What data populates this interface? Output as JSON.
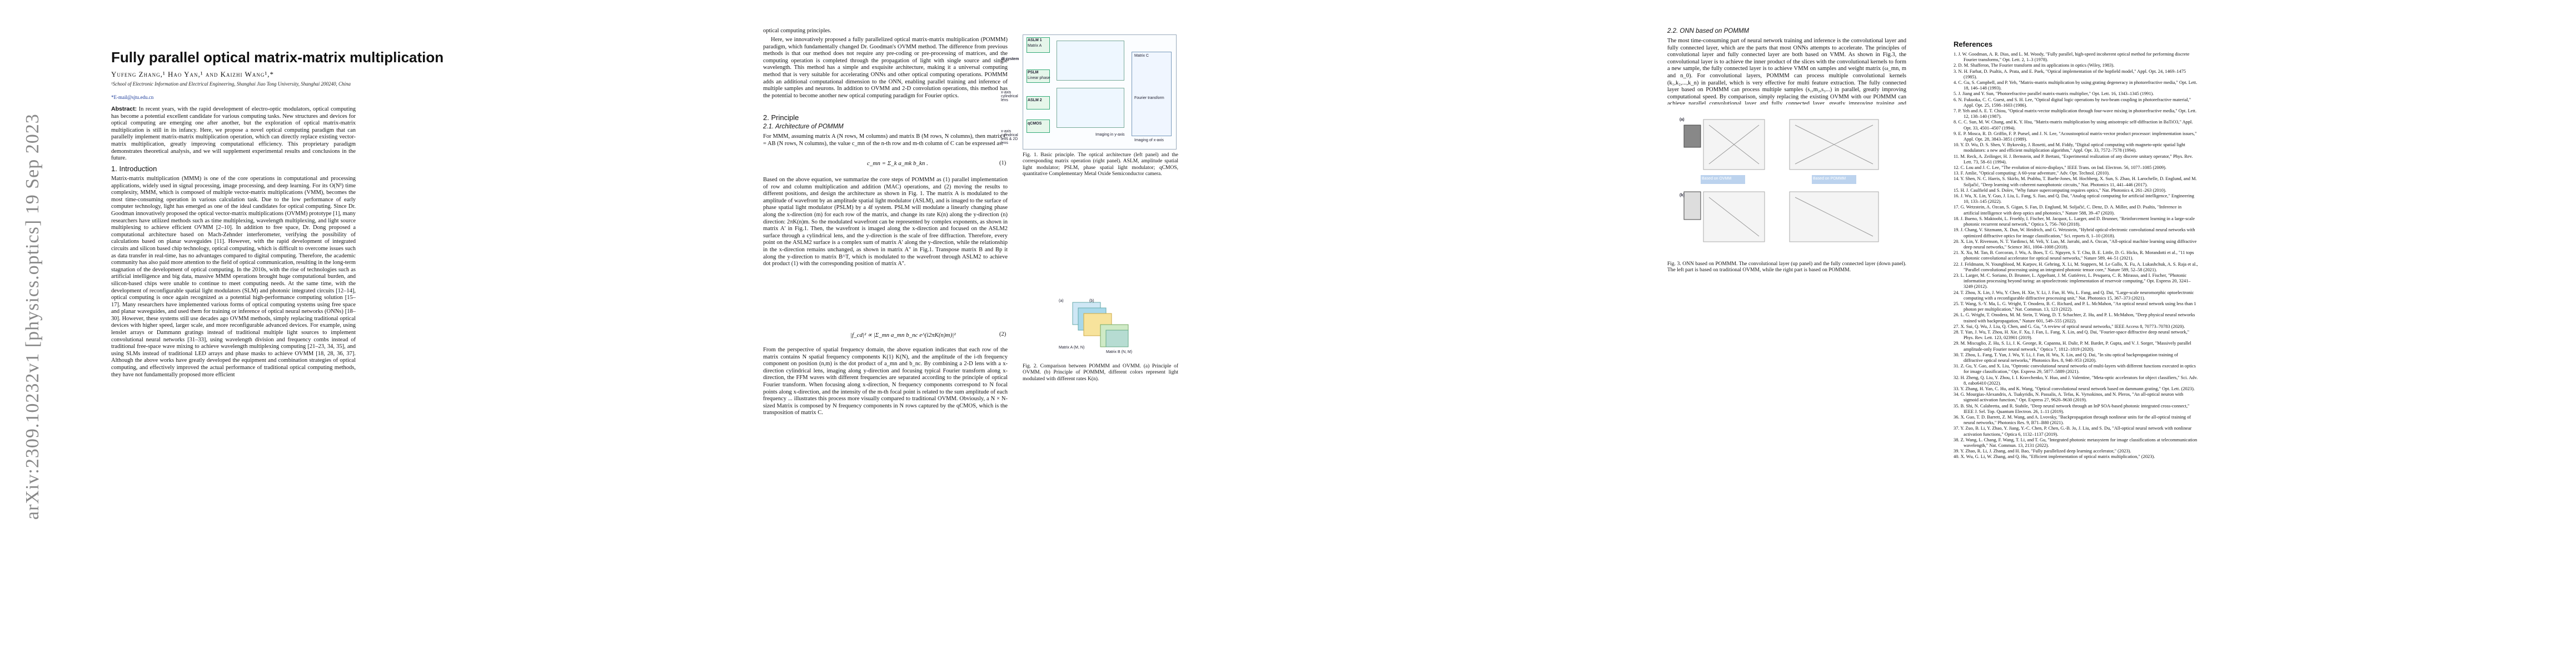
{
  "arxiv_stamp": "arXiv:2309.10232v1  [physics.optics]  19 Sep 2023",
  "paper": {
    "title": "Fully parallel optical matrix-matrix multiplication",
    "authors": "Yufeng Zhang,¹ Hao Yan,¹ and Kaizhi Wang¹,*",
    "affiliation": "¹School of Electronic Information and Electrical Engineering, Shanghai Jiao Tong University, Shanghai 200240, China",
    "email": "*E-mail@sjtu.edu.cn",
    "abstract_label": "Abstract:",
    "abstract": "In recent years, with the rapid development of electro-optic modulators, optical computing has become a potential excellent candidate for various computing tasks. New structures and devices for optical computing are emerging one after another, but the exploration of optical matrix-matrix multiplication is still in its infancy. Here, we propose a novel optical computing paradigm that can parallelly implement matrix-matrix multiplication operation, which can directly replace existing vector-matrix multiplication, greatly improving computational efficiency. This proprietary paradigm demonstrates theoretical analysis, and we will supplement experimental results and conclusions in the future."
  },
  "sections": {
    "intro_heading": "1.   Introduction",
    "intro_text": "Matrix-matrix multiplication (MMM) is one of the core operations in computational and processing applications, widely used in signal processing, image processing, and deep learning. For its O(N³) time complexity, MMM, which is composed of multiple vector-matrix multiplications (VMM), becomes the most time-consuming operation in various calculation task. Due to the low performance of early computer technology, light has emerged as one of the ideal candidates for optical computing. Since Dr. Goodman innovatively proposed the optical vector-matrix multiplications (OVMM) prototype [1], many researchers have utilized methods such as time multiplexing, wavelength multiplexing, and light source multiplexing to achieve efficient OVMM [2–10]. In addition to free space, Dr. Dong proposed a computational architecture based on Mach-Zehnder interferometer, verifying the possibility of calculations based on planar waveguides [11]. However, with the rapid development of integrated circuits and silicon based chip technology, optical computing, which is difficult to overcome issues such as data transfer in real-time, has no advantages compared to digital computing. Therefore, the academic community has also paid more attention to the field of optical communication, resulting in the long-term stagnation of the development of optical computing. In the 2010s, with the rise of technologies such as artificial intelligence and big data, massive MMM operations brought huge computational burden, and silicon-based chips were unable to continue to meet computing needs. At the same time, with the development of reconfigurable spatial light modulators (SLM) and photonic integrated circuits [12–14], optical computing is once again recognized as a potential high-performance computing solution [15–17]. Many researchers have implemented various forms of optical computing systems using free space and planar waveguides, and used them for training or inference of optical neural networks (ONNs) [18–30]. However, these systems still use decades ago OVMM methods, simply replacing traditional optical devices with higher speed, larger scale, and more reconfigurable advanced devices. For example, using lenslet arrays or Dammann gratings instead of traditional multiple light sources to implement convolutional neural networks [31–33], using wavelength division and frequency combs instead of traditional free-space wave mixing to achieve wavelength multiplexing computing [21–23, 34, 35], and using SLMs instead of traditional LED arrays and phase masks to achieve OVMM [18, 28, 36, 37]. Although the above works have greatly developed the equipment and combination strategies of optical computing, and effectively improved the actual performance of traditional optical computing methods, they have not fundamentally proposed more efficient",
    "p2_col1_top": "optical computing principles.",
    "p2_col1_b": "Here, we innovatively proposed a fully parallelized optical matrix-matrix multiplication (POMMM) paradigm, which fundamentally changed Dr. Goodman's OVMM method. The difference from previous methods is that our method does not require any pre-coding or pre-processing of matrices, and the computing operation is completed through the propagation of light with single source and single wavelength. This method has a simple and exquisite architecture, making it a universal computing method that is very suitable for accelerating ONNs and other optical computing operations. POMMM adds an additional computational dimension to the ONN, enabling parallel training and inference of multiple samples and neurons. In addition to OVMM and 2-D convolution operations, this method has the potential to become another new optical computing paradigm for Fourier optics.",
    "principle_heading": "2.   Principle",
    "arch_heading": "2.1.   Architecture of POMMM",
    "arch_text": "For MMM, assuming matrix A (N rows, M columns) and matrix B (M rows, N columns), then matrix C = AB (N rows, N columns), the value c_mn of the n-th row and m-th column of C can be expressed as:",
    "eq1": "c_mn = Σ_k a_mk b_kn .",
    "eq1_num": "(1)",
    "arch_text2": "Based on the above equation, we summarize the core steps of POMMM as (1) parallel implementation of row and column multiplication and addition (MAC) operations, and (2) moving the results to different positions, and design the architecture as shown in Fig. 1. The matrix A is modulated to the amplitude of wavefront by an amplitude spatial light modulator (ASLM), and is imaged to the surface of phase spatial light modulator (PSLM) by a 4f system. PSLM will modulate a linearly changing phase along the x-direction (m) for each row of the matrix, and change its rate K(n) along the y-direction (n) direction: 2πK(n)m. So the modulated wavefront can be represented by complex exponents, as shown in matrix A' in Fig.1. Then, the wavefront is imaged along the x-direction and focused on the ASLM2 surface through a cylindrical lens, and the y-direction is the scale of free diffraction. Therefore, every point on the ASLM2 surface is a complex sum of matrix A' along the y-direction, while the relationship in the x-direction remains unchanged, as shown in matrix A'' in Fig.1. Transpose matrix B and Bp it along the y-direction to matrix B^T, which is modulated to the wavefront through ASLM2 to achieve dot product (1) with the corresponding position of matrix A''.",
    "eq2": "|f_cd|² ∝ |Σ_mn a_mn b_nc e^(i2πK(n)m)|²",
    "eq2_num": "(2)",
    "arch_text3": "From the perspective of spatial frequency domain, the above equation indicates that each row of the matrix contains N spatial frequency components K(1) K(N), and the amplitude of the i-th frequency component on position (n,m) is the dot product of a_mn and b_nc. By combining a 2-D lens with a x-direction cylindrical lens, imaging along y-direction and focusing typical Fourier transform along x-direction, the FFM waves with different frequencies are separated according to the principle of optical Fourier transform. When focusing along x-direction, N frequency components correspond to N focal points along x-direction, and the intensity of the m-th focal point is related to the sum amplitude of each frequency ... illustrates this process more visually compared to traditional OVMM. Obviously, a N × N-sized Matrix is composed by N frequency components in N rows captured by the qCMOS, which is the transposition of matrix C.",
    "p3_onn_heading": "2.2.   ONN based on POMMM",
    "p3_onn_text": "The most time-consuming part of neural network training and inference is the convolutional layer and fully connected layer, which are the parts that most ONNs attempts to accelerate. The principles of convolutional layer and fully connected layer are both based on VMM. As shown in Fig.3, the convolutional layer is to achieve the inner product of the slices with the convolutional kernels to form a new sample, the fully connected layer is to achieve VMM on samples and weight matrix (ω_mn, m and n_0). For convolutional layers, POMMM can process multiple convolutional kernels (k₁,k₂,...,k_n) in parallel, which is very effective for multi feature extraction. The fully connected layer based on POMMM can process multiple samples (s₁,m₂,s₃...) in parallel, greatly improving computational speed. By comparison, simply replacing the existing OVMM with our POMMM can achieve parallel convolutional layer and fully connected layer, greatly improving training and inference of ONNs."
  },
  "figures": {
    "fig1_caption": "Fig. 1. Basic principle. The optical architecture (left panel) and the corresponding matrix operation (right panel). ASLM, amplitude spatial light modulator; PSLM, phase spatial light modulator; qCMOS, quantitative Complementary Metal Oxide Semiconductor camera.",
    "fig2_caption": "Fig. 2. Comparison between POMMM and OVMM. (a) Principle of OVMM. (b) Principle of POMMM, different colors represent light modulated with different rates K(n).",
    "fig3_caption": "Fig. 3. ONN based on POMMM. The convolutional layer (up panel) and the fully connected layer (down panel). The left part is based on traditional OVMM, while the right part is based on POMMM.",
    "fig1_labels": [
      "ASLM 1",
      "Matrix A",
      "4f system",
      "PSLM",
      "Linear phase",
      "x-axis cylindrical lens",
      "ASLM 2",
      "qCMOS",
      "x-axis cylindrical lens & 2D lens",
      "Matrix C",
      "Fourier transform",
      "Imaging in y-axis",
      "Imaging of x-axis"
    ],
    "fig2_labels": [
      "Matrix A (M, N)",
      "Matrix B (N, M)",
      "(a)",
      "(b)"
    ],
    "fig3_labels": [
      "Based on OVMM",
      "Based on POMMM",
      "(a)",
      "(b)"
    ]
  },
  "references": {
    "heading": "References",
    "items": [
      "1. J. W. Goodman, A. R. Dias, and L. M. Woody, \"Fully parallel, high-speed incoherent optical method for performing discrete Fourier transforms,\" Opt. Lett. 2, 1–3 (1978).",
      "2. D. M. Shafferon, The Fourier transform and its applications in optics (Wiley, 1983).",
      "3. N. H. Farhat, D. Psaltis, A. Prata, and E. Paek, \"Optical implementation of the hopfield model,\" Appl. Opt. 24, 1469–1475 (1985).",
      "4. C. Gu, S. Campbell, and P. Yeh, \"Matrix-matrix multiplication by using grating degeneracy in photorefractive media,\" Opt. Lett. 18, 146–148 (1993).",
      "5. J. Jiang and Y. Sun, \"Photorefractive parallel matrix-matrix multiplier,\" Opt. Lett. 16, 1343–1345 (1991).",
      "6. N. Fukuoka, C. C. Guest, and S. H. Lee, \"Optical digital logic operations by two-beam coupling in photorefractive material,\" Appl. Opt. 25, 1598–1603 (1986).",
      "7. P. Yeh and A. E. T. Chiou, \"Optical matrix-vector multiplication through four-wave mixing in photorefractive media,\" Opt. Lett. 12, 138–140 (1987).",
      "8. C. C. Sun, M. W. Chang, and K. Y. Hsu, \"Matrix-matrix multiplication by using anisotropic self-diffraction in BaTiO3,\" Appl. Opt. 33, 4501–4507 (1994).",
      "9. E. P. Mosca, R. D. Griffin, F. P. Pursel, and J. N. Lee, \"Acoustooptical matrix-vector product processor: implementation issues,\" Appl. Opt. 28, 3843–3851 (1989).",
      "10. Y. D. Wu, D. S. Shen, V. Bykovsky, J. Rosetti, and M. Fiddy, \"Digital optical computing with magneto-optic spatial light modulators: a new and efficient multiplication algorithm,\" Appl. Opt. 33, 7572–7578 (1994).",
      "11. M. Reck, A. Zeilinger, H. J. Bernstein, and P. Bertani, \"Experimental realization of any discrete unitary operator,\" Phys. Rev. Lett. 73, 58–61 (1994).",
      "12. C. Lou and J. C. Lee, \"The evolution of micro-displays,\" IEEE Trans. on Ind. Electron. 56, 1077–1085 (2009).",
      "13. F. Amlie, \"Optical computing: A 60-year adventure,\" Adv. Opt. Technol. (2010).",
      "14. Y. Shen, N. C. Harris, S. Skirlo, M. Prabhu, T. Baehr-Jones, M. Hochberg, X. Sun, S. Zhao, H. Larochelle, D. Englund, and M. Soljačić, \"Deep learning with coherent nanophotonic circuits,\" Nat. Photonics 11, 441–446 (2017).",
      "15. H. J. Caulfield and S. Dolev, \"Why future supercomputing requires optics,\" Nat. Photonics 4, 261–263 (2010).",
      "16. J. Wu, X. Lin, Y. Guo, J. Liu, L. Fang, S. Jiao, and Q. Dai, \"Analog optical computing for artificial intelligence,\" Engineering 10, 133–145 (2022).",
      "17. G. Wetzstein, A. Ozcan, S. Gigan, S. Fan, D. Englund, M. Soljačić, C. Denz, D. A. Miller, and D. Psaltis, \"Inference in artificial intelligence with deep optics and photonics,\" Nature 588, 39–47 (2020).",
      "18. J. Bueno, S. Maktoobi, L. Froehly, I. Fischer, M. Jacquot, L. Larger, and D. Brunner, \"Reinforcement learning in a large-scale photonic recurrent neural network,\" Optica 5, 756–760 (2018).",
      "19. J. Chang, V. Sitzmann, X. Dun, W. Heidrich, and G. Wetzstein, \"Hybrid optical-electronic convolutional neural networks with optimized diffractive optics for image classification,\" Sci. reports 8, 1–10 (2018).",
      "20. X. Lin, Y. Rivenson, N. T. Yardimci, M. Veli, Y. Luo, M. Jarrahi, and A. Ozcan, \"All-optical machine learning using diffractive deep neural networks,\" Science 361, 1004–1008 (2018).",
      "21. X. Xu, M. Tan, B. Corcoran, J. Wu, A. Boes, T. G. Nguyen, S. T. Chu, B. E. Little, D. G. Hicks, R. Morandotti et al., \"11 tops photonic convolutional accelerator for optical neural networks,\" Nature 589, 44–51 (2021).",
      "22. J. Feldmann, N. Youngblood, M. Karpov, H. Gehring, X. Li, M. Stappers, M. Le Gallo, X. Fu, A. Lukashchuk, A. S. Raja et al., \"Parallel convolutional processing using an integrated photonic tensor core,\" Nature 589, 52–58 (2021).",
      "23. L. Larger, M. C. Soriano, D. Brunner, L. Appeltant, J. M. Gutiérrez, L. Pesquera, C. R. Mirasso, and I. Fischer, \"Photonic information processing beyond turing: an optoelectronic implementation of reservoir computing,\" Opt. Express 20, 3241–3249 (2012).",
      "24. T. Zhou, X. Lin, J. Wu, Y. Chen, H. Xie, Y. Li, J. Fan, H. Wu, L. Fang, and Q. Dai, \"Large-scale neuromorphic optoelectronic computing with a reconfigurable diffractive processing unit,\" Nat. Photonics 15, 367–373 (2021).",
      "25. T. Wang, S.-Y. Ma, L. G. Wright, T. Onodera, B. C. Richard, and P. L. McMahon, \"An optical neural network using less than 1 photon per multiplication,\" Nat. Commun. 13, 123 (2022).",
      "26. L. G. Wright, T. Onodera, M. M. Stein, T. Wang, D. T. Schachter, Z. Hu, and P. L. McMahon, \"Deep physical neural networks trained with backpropagation,\" Nature 601, 549–555 (2022).",
      "27. X. Sui, Q. Wu, J. Liu, Q. Chen, and G. Gu, \"A review of optical neural networks,\" IEEE Access 8, 70773–70783 (2020).",
      "28. T. Yan, J. Wu, T. Zhou, H. Xie, F. Xu, J. Fan, L. Fang, X. Lin, and Q. Dai, \"Fourier-space diffractive deep neural network,\" Phys. Rev. Lett. 123, 023901 (2019).",
      "29. M. Miscuglio, Z. Hu, S. Li, J. K. George, R. Capanna, H. Dalir, P. M. Bardet, P. Gupta, and V. J. Sorger, \"Massively parallel amplitude-only Fourier neural network,\" Optica 7, 1812–1819 (2020).",
      "30. T. Zhou, L. Fang, T. Yan, J. Wu, Y. Li, J. Fan, H. Wu, X. Lin, and Q. Dai, \"In situ optical backpropagation training of diffractive optical neural networks,\" Photonics Res. 8, 940–953 (2020).",
      "31. Z. Gu, Y. Gao, and X. Liu, \"Optronic convolutional neural networks of multi-layers with different functions executed in optics for image classification,\" Opt. Express 29, 5877–5889 (2021).",
      "32. H. Zheng, Q. Liu, Y. Zhou, I. I. Kravchenko, Y. Huo, and J. Valentine, \"Meta-optic accelerators for object classifiers,\" Sci. Adv. 8, eabo6410 (2022).",
      "33. Y. Zhang, H. Yan, C. Hu, and K. Wang, \"Optical convolutional neural network based on dammann grating,\" Opt. Lett. (2023).",
      "34. G. Mourgias-Alexandris, A. Tsakyridis, N. Passalis, A. Tefas, K. Vyrsokinos, and N. Pleros, \"An all-optical neuron with sigmoid activation function,\" Opt. Express 27, 9620–9630 (2019).",
      "35. B. Shi, N. Calabretta, and R. Stabile, \"Deep neural network through an InP SOA-based photonic integrated cross-connect,\" IEEE J. Sel. Top. Quantum Electron. 26, 1–11 (2019).",
      "36. X. Guo, T. D. Barrett, Z. M. Wang, and A. Lvovsky, \"Backpropagation through nonlinear units for the all-optical training of neural networks,\" Photonics Res. 9, B71–B80 (2021).",
      "37. Y. Zuo, B. Li, Y. Zhao, Y. Jiang, Y.-C. Chen, P. Chen, G.-B. Jo, J. Liu, and S. Du, \"All-optical neural network with nonlinear activation functions,\" Optica 6, 1132–1137 (2019).",
      "38. Z. Wang, L. Chang, F. Wang, T. Li, and T. Gu, \"Integrated photonic metasystem for image classifications at telecommunication wavelength,\" Nat. Commun. 13, 2131 (2022).",
      "39. Y. Zhao, R. Li, J. Zhang, and H. Bao, \"Fully parallelized deep learning accelerator,\" (2023).",
      "40. X. Wu, G. Li, W. Zhang, and Q. Hu, \"Efficient implementation of optical matrix multiplication,\" (2023)."
    ]
  }
}
